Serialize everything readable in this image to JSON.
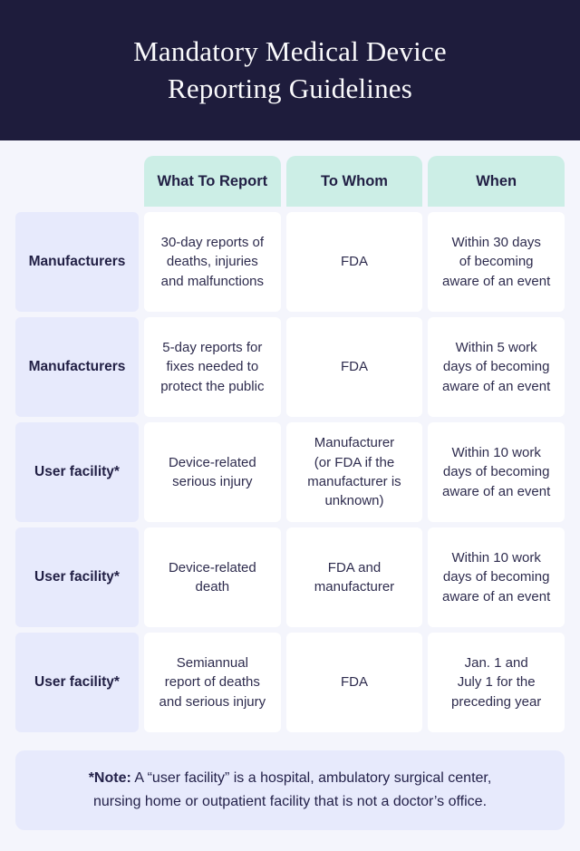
{
  "header": {
    "title_line1": "Mandatory Medical Device",
    "title_line2": "Reporting Guidelines"
  },
  "table": {
    "columns": [
      "What To Report",
      "To Whom",
      "When"
    ],
    "rows": [
      {
        "label": "Manufacturers",
        "what": "30-day reports of\ndeaths, injuries\nand malfunctions",
        "whom": "FDA",
        "when": "Within 30 days\nof becoming\naware of an event"
      },
      {
        "label": "Manufacturers",
        "what": "5-day reports for\nfixes needed to\nprotect the public",
        "whom": "FDA",
        "when": "Within 5 work\ndays of becoming\naware of an event"
      },
      {
        "label": "User facility*",
        "what": "Device-related\nserious injury",
        "whom": "Manufacturer\n(or FDA if the\nmanufacturer is\nunknown)",
        "when": "Within 10 work\ndays of becoming\naware of an event"
      },
      {
        "label": "User facility*",
        "what": "Device-related\ndeath",
        "whom": "FDA and\nmanufacturer",
        "when": "Within 10 work\ndays of becoming\naware of an event"
      },
      {
        "label": "User facility*",
        "what": "Semiannual\nreport of deaths\nand serious injury",
        "whom": "FDA",
        "when": "Jan. 1 and\nJuly 1 for the\npreceding year"
      }
    ]
  },
  "note": {
    "prefix": "*Note:",
    "body": " A “user facility” is a hospital, ambulatory surgical center,\nnursing home or outpatient facility that is not a doctor’s office."
  },
  "colors": {
    "header_background": "#1e1c3c",
    "header_text": "#fafafc",
    "column_header_background": "#cceee6",
    "row_label_background": "#e7eafc",
    "data_cell_background": "#ffffff",
    "page_background": "#f4f5fc",
    "body_text": "#2e2c4e"
  },
  "chart_data": {
    "type": "table",
    "title": "Mandatory Medical Device Reporting Guidelines",
    "columns": [
      "",
      "What To Report",
      "To Whom",
      "When"
    ],
    "rows": [
      [
        "Manufacturers",
        "30-day reports of deaths, injuries and malfunctions",
        "FDA",
        "Within 30 days of becoming aware of an event"
      ],
      [
        "Manufacturers",
        "5-day reports for fixes needed to protect the public",
        "FDA",
        "Within 5 work days of becoming aware of an event"
      ],
      [
        "User facility*",
        "Device-related serious injury",
        "Manufacturer (or FDA if the manufacturer is unknown)",
        "Within 10 work days of becoming aware of an event"
      ],
      [
        "User facility*",
        "Device-related death",
        "FDA and manufacturer",
        "Within 10 work days of becoming aware of an event"
      ],
      [
        "User facility*",
        "Semiannual report of deaths and serious injury",
        "FDA",
        "Jan. 1 and July 1 for the preceding year"
      ]
    ],
    "footnote": "*Note: A “user facility” is a hospital, ambulatory surgical center, nursing home or outpatient facility that is not a doctor’s office."
  }
}
